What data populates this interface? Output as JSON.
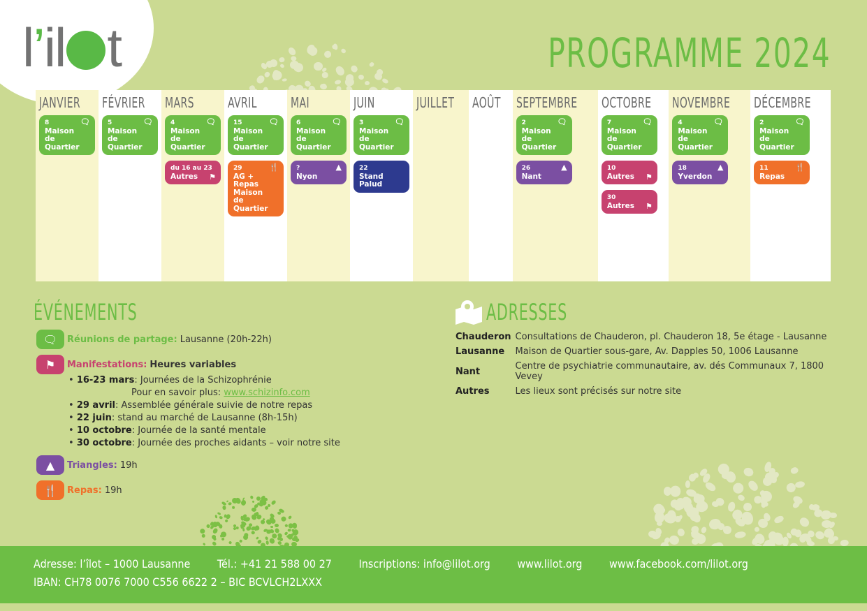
{
  "logo": {
    "text_l": "l",
    "apostrophe": "’",
    "text_i": "i",
    "text_l2": "l",
    "text_t": "t"
  },
  "title": "PROGRAMME 2024",
  "colors": {
    "background": "#cbda92",
    "green": "#6cbd45",
    "pink": "#c7426f",
    "orange": "#f0702a",
    "purple": "#7b4fa2",
    "navy": "#2d3a8f",
    "month_alt": "#f8f5cc",
    "footer": "#6dbe45"
  },
  "months": [
    {
      "name": "JANVIER",
      "events": [
        {
          "date": "8",
          "label1": "Maison",
          "label2": "de Quartier",
          "type": "green",
          "icon": "speech-bubbles-icon",
          "glyph": "🗨"
        }
      ]
    },
    {
      "name": "FÉVRIER",
      "events": [
        {
          "date": "5",
          "label1": "Maison",
          "label2": "de Quartier",
          "type": "green",
          "icon": "speech-bubbles-icon",
          "glyph": "🗨"
        }
      ]
    },
    {
      "name": "MARS",
      "events": [
        {
          "date": "4",
          "label1": "Maison",
          "label2": "de Quartier",
          "type": "green",
          "icon": "speech-bubbles-icon",
          "glyph": "🗨"
        },
        {
          "date": "du 16 au 23",
          "label1": "Autres",
          "label2": "",
          "type": "pink",
          "icon": "flag-icon",
          "glyph": "⚑"
        }
      ]
    },
    {
      "name": "AVRIL",
      "events": [
        {
          "date": "15",
          "label1": "Maison",
          "label2": "de Quartier",
          "type": "green",
          "icon": "speech-bubbles-icon",
          "glyph": "🗨"
        },
        {
          "date": "29",
          "label1": "AG + Repas",
          "label2": "Maison",
          "label3": "de Quartier",
          "type": "orange",
          "icon": "meal-icon",
          "glyph": "🍴"
        }
      ]
    },
    {
      "name": "MAI",
      "events": [
        {
          "date": "6",
          "label1": "Maison",
          "label2": "de Quartier",
          "type": "green",
          "icon": "speech-bubbles-icon",
          "glyph": "🗨"
        },
        {
          "date": "?",
          "label1": "Nyon",
          "label2": "",
          "type": "purple",
          "icon": "triangle-icon",
          "glyph": "▲"
        }
      ]
    },
    {
      "name": "JUIN",
      "events": [
        {
          "date": "3",
          "label1": "Maison",
          "label2": "de Quartier",
          "type": "green",
          "icon": "speech-bubbles-icon",
          "glyph": "🗨"
        },
        {
          "date": "22",
          "label1": "Stand Palud",
          "label2": "",
          "type": "navy",
          "icon": "",
          "glyph": ""
        }
      ]
    },
    {
      "name": "JUILLET",
      "events": []
    },
    {
      "name": "AOÛT",
      "events": []
    },
    {
      "name": "SEPTEMBRE",
      "events": [
        {
          "date": "2",
          "label1": "Maison",
          "label2": "de Quartier",
          "type": "green",
          "icon": "speech-bubbles-icon",
          "glyph": "🗨"
        },
        {
          "date": "26",
          "label1": "Nant",
          "label2": "",
          "type": "purple",
          "icon": "triangle-icon",
          "glyph": "▲"
        }
      ]
    },
    {
      "name": "OCTOBRE",
      "events": [
        {
          "date": "7",
          "label1": "Maison",
          "label2": "de Quartier",
          "type": "green",
          "icon": "speech-bubbles-icon",
          "glyph": "🗨"
        },
        {
          "date": "10",
          "label1": "Autres",
          "label2": "",
          "type": "pink",
          "icon": "flag-icon",
          "glyph": "⚑"
        },
        {
          "date": "30",
          "label1": "Autres",
          "label2": "",
          "type": "pink",
          "icon": "flag-icon",
          "glyph": "⚑"
        }
      ]
    },
    {
      "name": "NOVEMBRE",
      "events": [
        {
          "date": "4",
          "label1": "Maison",
          "label2": "de Quartier",
          "type": "green",
          "icon": "speech-bubbles-icon",
          "glyph": "🗨"
        },
        {
          "date": "18",
          "label1": "Yverdon",
          "label2": "",
          "type": "purple",
          "icon": "triangle-icon",
          "glyph": "▲"
        }
      ]
    },
    {
      "name": "DÉCEMBRE",
      "events": [
        {
          "date": "2",
          "label1": "Maison",
          "label2": "de Quartier",
          "type": "green",
          "icon": "speech-bubbles-icon",
          "glyph": "🗨"
        },
        {
          "date": "11",
          "label1": "Repas",
          "label2": "",
          "type": "orange",
          "icon": "meal-icon",
          "glyph": "🍴"
        }
      ]
    }
  ],
  "events_section": {
    "title": "ÉVÉNEMENTS",
    "reunions": {
      "label": "Réunions de partage:",
      "value": "Lausanne (20h-22h)",
      "glyph": "🗨"
    },
    "manifestations": {
      "label": "Manifestations:",
      "value": "Heures variables",
      "glyph": "⚑"
    },
    "bullets": [
      {
        "date": "16-23 mars",
        "text": ": Journées de la Schizophrénie"
      },
      {
        "date": "29 avril",
        "text": ": Assemblée générale suivie de notre repas"
      },
      {
        "date": "22 juin",
        "text": ": stand au marché de Lausanne (8h-15h)"
      },
      {
        "date": "10 octobre",
        "text": ": Journée de la santé mentale"
      },
      {
        "date": "30 octobre",
        "text": ": Journée des proches aidants – voir notre site"
      }
    ],
    "more_info_text": "Pour en savoir plus: ",
    "more_info_link": "www.schizinfo.com",
    "triangles": {
      "label": "Triangles:",
      "value": "19h",
      "glyph": "▲"
    },
    "repas": {
      "label": "Repas:",
      "value": "19h",
      "glyph": "🍴"
    }
  },
  "addresses_section": {
    "title": "ADRESSES",
    "items": [
      {
        "key": "Chauderon",
        "value": "Consultations de Chauderon, pl. Chauderon 18, 5e étage - Lausanne"
      },
      {
        "key": "Lausanne",
        "value": "Maison de Quartier sous-gare, Av. Dapples 50, 1006 Lausanne"
      },
      {
        "key": "Nant",
        "value": "Centre de psychiatrie communautaire, av. dés Communaux 7, 1800 Vevey"
      },
      {
        "key": "Autres",
        "value": "Les lieux sont précisés sur notre site"
      }
    ]
  },
  "footer": {
    "address": "Adresse: l’îlot – 1000 Lausanne",
    "phone": "Tél.: +41 21 588 00 27",
    "inscriptions": "Inscriptions: info@lilot.org",
    "website": "www.lilot.org",
    "facebook": "www.facebook.com/lilot.org",
    "iban": "IBAN: CH78 0076 7000 C556 6622 2 – BIC BCVLCH2LXXX"
  }
}
